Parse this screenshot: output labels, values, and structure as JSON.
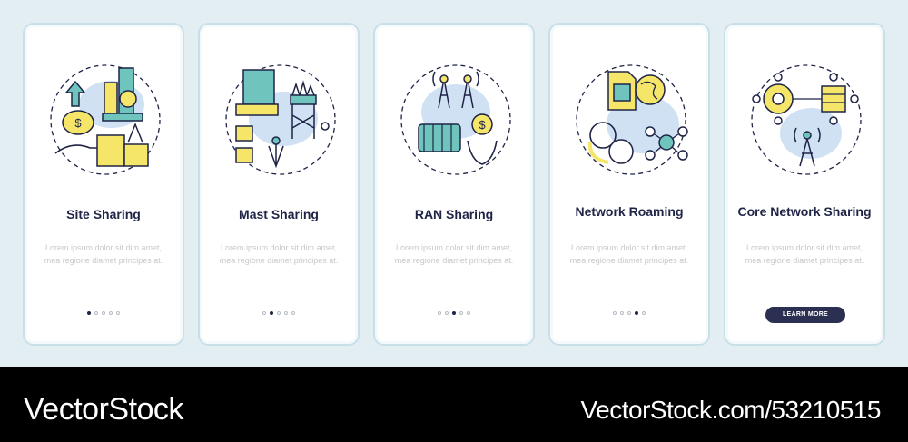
{
  "screens": [
    {
      "title": "Site Sharing",
      "description": "Lorem ipsum dolor sit dim amet, mea regione diamet principes at.",
      "icon": "site-sharing-icon",
      "active_dot": 0
    },
    {
      "title": "Mast Sharing",
      "description": "Lorem ipsum dolor sit dim amet, mea regione diamet principes at.",
      "icon": "mast-sharing-icon",
      "active_dot": 1
    },
    {
      "title": "RAN Sharing",
      "description": "Lorem ipsum dolor sit dim amet, mea regione diamet principes at.",
      "icon": "ran-sharing-icon",
      "active_dot": 2
    },
    {
      "title": "Network Roaming",
      "description": "Lorem ipsum dolor sit dim amet, mea regione diamet principes at.",
      "icon": "network-roaming-icon",
      "active_dot": 3
    },
    {
      "title": "Core Network Sharing",
      "description": "Lorem ipsum dolor sit dim amet, mea regione diamet principes at.",
      "icon": "core-network-sharing-icon",
      "button_label": "LEARN MORE"
    }
  ],
  "footer": {
    "brand": "VectorStock",
    "image_id": "VectorStock.com/53210515"
  },
  "colors": {
    "background": "#e3eef2",
    "navy": "#1f2447",
    "yellow": "#f5e66a",
    "teal": "#6fc5be",
    "light_blue": "#cfe1f3",
    "button": "#2b3052"
  }
}
